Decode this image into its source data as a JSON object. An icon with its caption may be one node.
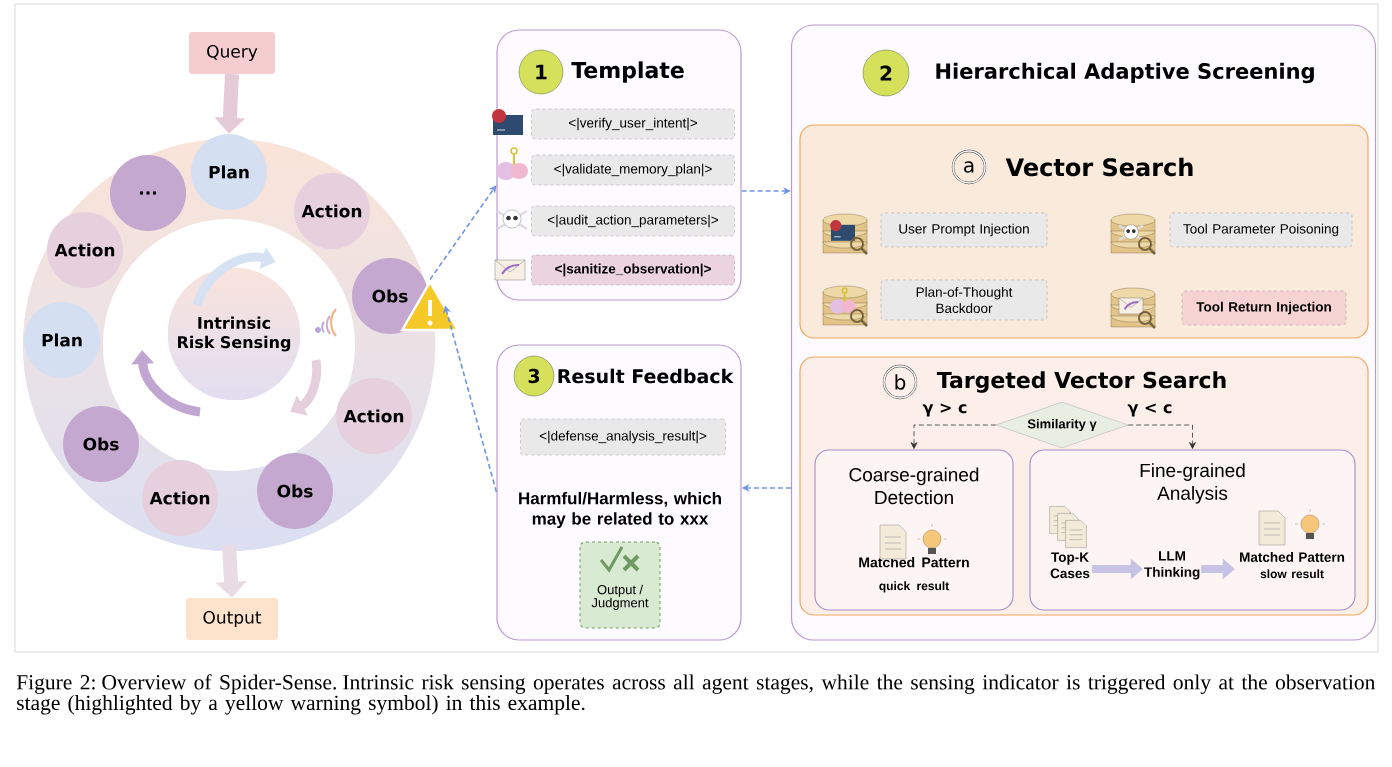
{
  "diagram": {
    "caption": "Figure 2: Overview of Spider-Sense. Intrinsic risk sensing operates across all agent stages, while the sensing indicator is triggered only at the observation stage (highlighted by a yellow warning symbol) in this example.",
    "nodes": [
      {
        "text": [
          "Query"
        ]
      },
      {
        "text": [],
        "shape": "circle"
      },
      {
        "text": [
          "Plan"
        ],
        "in": 1
      },
      {
        "text": [
          "Action"
        ],
        "in": 1
      },
      {
        "text": [
          "Obs"
        ],
        "in": 1
      },
      {
        "text": [
          "Action"
        ],
        "in": 1
      },
      {
        "text": [
          "Obs"
        ],
        "in": 1
      },
      {
        "text": [
          "Action"
        ],
        "in": 1
      },
      {
        "text": [
          "Obs"
        ],
        "in": 1
      },
      {
        "text": [
          "Plan"
        ],
        "in": 1
      },
      {
        "text": [
          "Action"
        ],
        "in": 1
      },
      {
        "text": [
          "..."
        ],
        "in": 1
      },
      {
        "text": [
          "Intrinsic Risk Sensing"
        ],
        "in": 1
      },
      {
        "text": [
          "Output"
        ]
      },
      {
        "text": [],
        "shape": "triangle"
      },
      {
        "text": [
          "1",
          "Template"
        ]
      },
      {
        "text": [
          "<|verify_user_intent|>"
        ],
        "in": 15
      },
      {
        "text": [
          "<|validate_memory_plan|>"
        ],
        "in": 15
      },
      {
        "text": [
          "<|audit_action_parameters|>"
        ],
        "in": 15
      },
      {
        "text": [
          "<|sanitize_observation|>"
        ],
        "in": 15
      },
      {
        "text": [
          "2",
          "Hierarchical Adaptive Screening"
        ]
      },
      {
        "text": [
          "a",
          "Vector Search"
        ],
        "in": 20
      },
      {
        "text": [
          "User Prompt Injection"
        ],
        "in": 21
      },
      {
        "text": [
          "Tool Parameter Poisoning"
        ],
        "in": 21
      },
      {
        "text": [
          "Plan-of-Thought Backdoor"
        ],
        "in": 21
      },
      {
        "text": [
          "Tool Return Injection"
        ],
        "in": 21
      },
      {
        "text": [
          "b",
          "Targeted Vector Search"
        ],
        "in": 20
      },
      {
        "text": [
          "Similarity γ"
        ],
        "in": 26
      },
      {
        "text": [
          "Coarse-grained Detection",
          "Matched Pattern",
          "quick result"
        ],
        "in": 26
      },
      {
        "text": [
          "Fine-grained Analysis"
        ],
        "in": 26
      },
      {
        "text": [
          "Top-K Cases"
        ],
        "in": 29
      },
      {
        "text": [
          "LLM Thinking"
        ],
        "in": 29
      },
      {
        "text": [
          "Matched Pattern",
          "slow result"
        ],
        "in": 29
      },
      {
        "text": [
          "3",
          "Result Feedback",
          "Harmful/Harmless, which may be related to xxx"
        ]
      },
      {
        "text": [
          "<|defense_analysis_result|>"
        ],
        "in": 33
      },
      {
        "text": [
          "Output / Judgment"
        ],
        "in": 33
      }
    ],
    "edges": [
      {
        "from": 0,
        "to": 2,
        "arrow": "to",
        "style": "thick",
        "color": "#e5cad8"
      },
      {
        "from": 1,
        "to": 13,
        "arrow": "to",
        "style": "thick",
        "color": "#e8dbe3"
      },
      {
        "from": 14,
        "to": 15,
        "arrow": "to",
        "style": "dashed",
        "color": "#6f95e0"
      },
      {
        "from": 15,
        "to": 20,
        "arrow": "to",
        "style": "dashed",
        "color": "#6f95e0"
      },
      {
        "from": 20,
        "to": 33,
        "arrow": "to",
        "style": "dashed",
        "color": "#6f95e0"
      },
      {
        "from": 33,
        "to": 14,
        "arrow": "to",
        "style": "dashed",
        "color": "#6f95e0"
      },
      {
        "from": 27,
        "to": 28,
        "arrow": "to",
        "style": "dashed",
        "color": "#333333",
        "label": "γ > c"
      },
      {
        "from": 27,
        "to": 29,
        "arrow": "to",
        "style": "dashed",
        "color": "#333333",
        "label": "γ < c"
      },
      {
        "from": 30,
        "to": 31,
        "arrow": "to",
        "style": "thick",
        "color": "#c6c3e4"
      },
      {
        "from": 31,
        "to": 32,
        "arrow": "to",
        "style": "thick",
        "color": "#c6c3e4"
      }
    ]
  }
}
